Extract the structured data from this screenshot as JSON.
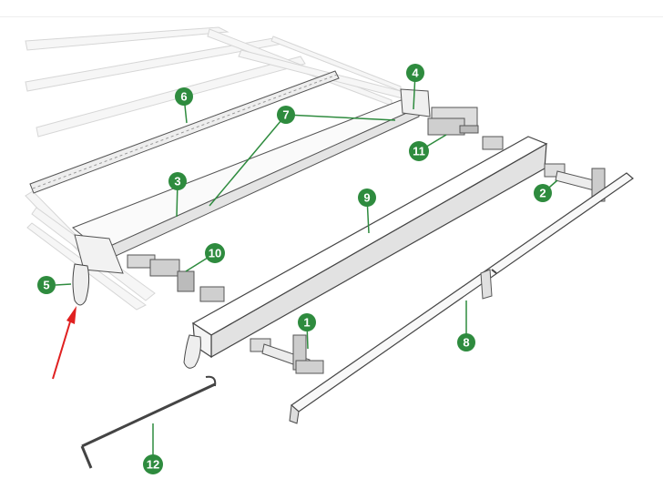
{
  "diagram": {
    "accent_color": "#2e8b3e",
    "arrow_color": "#e02020",
    "callouts": [
      {
        "id": "c1",
        "label": "1"
      },
      {
        "id": "c2",
        "label": "2"
      },
      {
        "id": "c3",
        "label": "3"
      },
      {
        "id": "c4",
        "label": "4"
      },
      {
        "id": "c5",
        "label": "5"
      },
      {
        "id": "c6",
        "label": "6"
      },
      {
        "id": "c7",
        "label": "7"
      },
      {
        "id": "c8",
        "label": "8"
      },
      {
        "id": "c9",
        "label": "9"
      },
      {
        "id": "c10",
        "label": "10"
      },
      {
        "id": "c11",
        "label": "11"
      },
      {
        "id": "c12",
        "label": "12"
      }
    ]
  }
}
